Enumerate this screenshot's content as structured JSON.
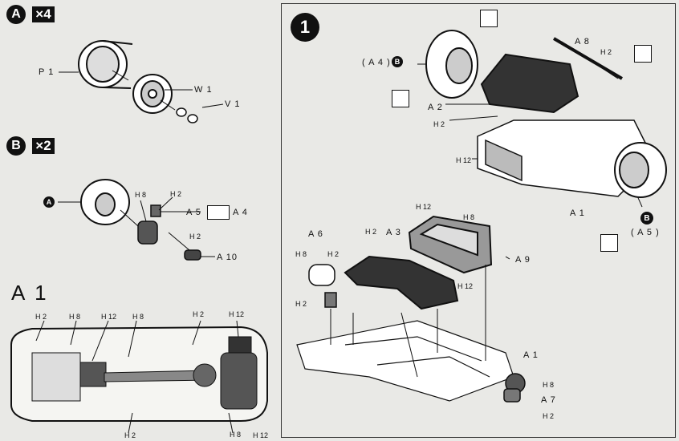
{
  "page": {
    "stepA": {
      "letter": "A",
      "qty": "×4"
    },
    "stepB": {
      "letter": "B",
      "qty": "×2"
    },
    "step1": {
      "number": "1"
    },
    "assemblyTitle": "A 1"
  },
  "partsA": {
    "tire": "P 1",
    "wheel": "W 1",
    "cap": "V 1"
  },
  "partsB": {
    "marker": "A",
    "hinge1": "H 8",
    "hinge2": "H 2",
    "a5": "A 5",
    "a4": "A 4",
    "h2b": "H 2",
    "a10": "A 10"
  },
  "step1Labels": {
    "a4ref": "( A 4 )",
    "bRef": "B",
    "a8": "A 8",
    "a8h": "H 2",
    "a2": "A 2",
    "a2h": "H 2",
    "h12": "H 12",
    "a1": "A 1",
    "bRef2": "B",
    "a5ref": "( A 5 )",
    "a6": "A 6",
    "a6h8": "H 8",
    "a6h2": "H 2",
    "a6h2b": "H 2",
    "a3h2": "H 2",
    "a3": "A 3",
    "a9h12": "H 12",
    "a9h8": "H 8",
    "a9": "A 9",
    "a9h12b": "H 12",
    "a1b": "A 1",
    "a7h8": "H 8",
    "a7": "A 7",
    "a7h2": "H 2"
  },
  "a1Labels": {
    "top": [
      "H 2",
      "H 8",
      "H 12",
      "H 8",
      "H 2",
      "H 12"
    ],
    "bottom": [
      "H 2",
      "H 8",
      "H 12"
    ]
  }
}
